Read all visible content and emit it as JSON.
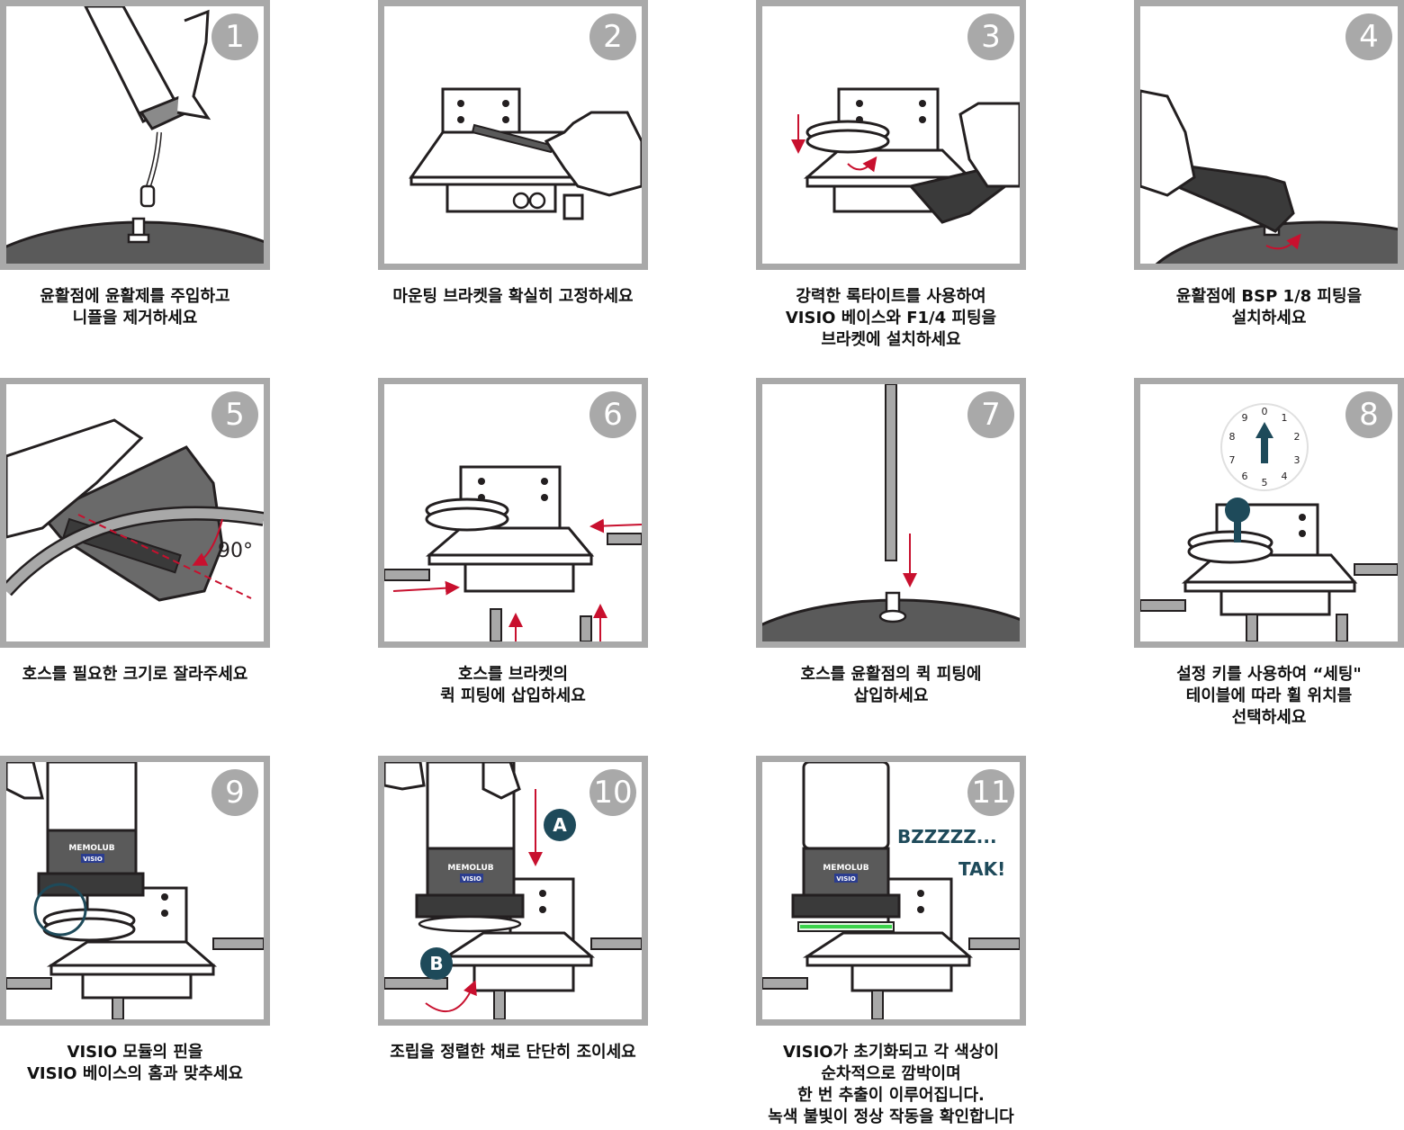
{
  "colors": {
    "frame": "#a9a9a9",
    "accent_red": "#c8102e",
    "marker": "#1e4a5a",
    "dark": "#231f20",
    "green": "#3ad34a"
  },
  "steps": [
    {
      "number": "1",
      "caption": [
        "윤활점에 윤활제를 주입하고",
        "니플을 제거하세요"
      ]
    },
    {
      "number": "2",
      "caption": [
        "마운팅 브라켓을 확실히 고정하세요"
      ]
    },
    {
      "number": "3",
      "caption": [
        "강력한 록타이트를 사용하여",
        "VISIO 베이스와 F1/4 피팅을",
        "브라켓에 설치하세요"
      ]
    },
    {
      "number": "4",
      "caption": [
        "윤활점에 BSP 1/8 피팅을",
        "설치하세요"
      ]
    },
    {
      "number": "5",
      "caption": [
        "호스를 필요한 크기로 잘라주세요"
      ],
      "angle_label": "90°"
    },
    {
      "number": "6",
      "caption": [
        "호스를 브라켓의",
        "퀵 피팅에 삽입하세요"
      ]
    },
    {
      "number": "7",
      "caption": [
        "호스를 윤활점의 퀵 피팅에",
        "삽입하세요"
      ]
    },
    {
      "number": "8",
      "caption": [
        "설정 키를 사용하여 “세팅\"",
        "테이블에 따라 휠 위치를",
        "선택하세요"
      ],
      "dial": [
        "0",
        "1",
        "2",
        "3",
        "4",
        "5",
        "6",
        "7",
        "8",
        "9"
      ]
    },
    {
      "number": "9",
      "caption": [
        "VISIO 모듈의 핀을",
        "VISIO 베이스의 홈과 맞추세요"
      ],
      "brand": "MEMOLUB",
      "model": "VISIO"
    },
    {
      "number": "10",
      "caption": [
        "조립을 정렬한 채로 단단히 조이세요"
      ],
      "marker_a": "A",
      "marker_b": "B",
      "brand": "MEMOLUB",
      "model": "VISIO"
    },
    {
      "number": "11",
      "caption": [
        "VISIO가 초기화되고 각 색상이",
        "순차적으로 깜박이며",
        "한 번 추출이 이루어집니다.",
        "녹색 불빛이 정상 작동을 확인합니다"
      ],
      "sound_1": "BZZZZZ...",
      "sound_2": "TAK!",
      "brand": "MEMOLUB",
      "model": "VISIO"
    }
  ]
}
